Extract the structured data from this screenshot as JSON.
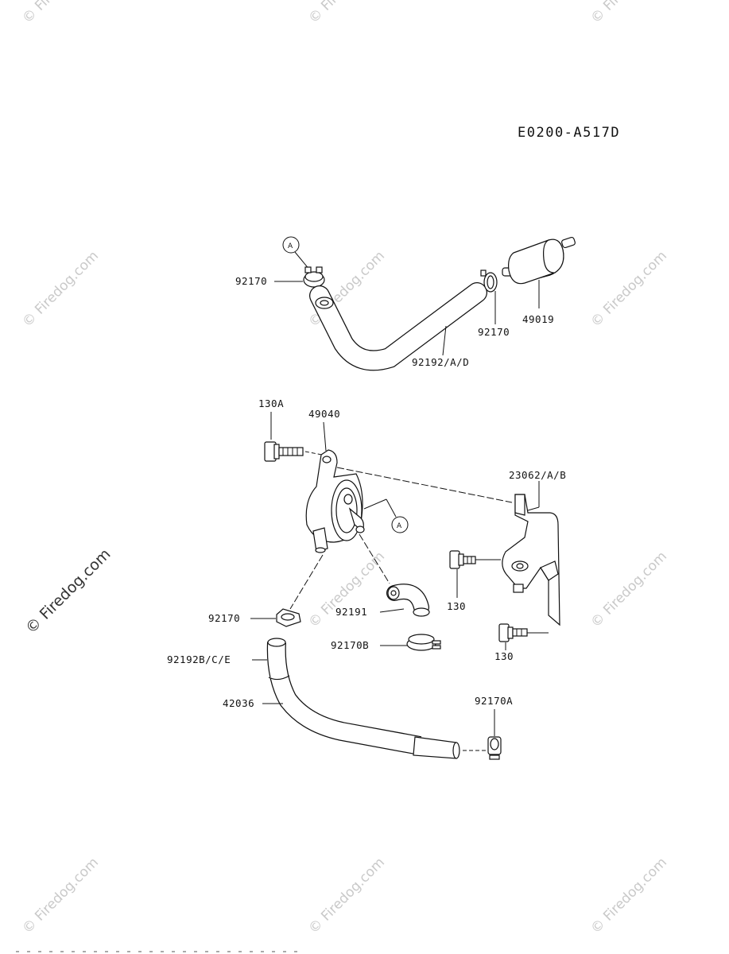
{
  "diagram_code": "E0200-A517D",
  "callouts": {
    "ref_a": "A"
  },
  "watermark": {
    "text": "© Firedog.com"
  },
  "parts": {
    "clamp_top_left": "92170",
    "clamp_top_right": "92170",
    "fuel_filter": "49019",
    "hose_top": "92192/A/D",
    "bolt_130a": "130A",
    "fuel_pump": "49040",
    "bracket": "23062/A/B",
    "bolt_130_upper": "130",
    "bolt_130_lower": "130",
    "clamp_mid": "92170",
    "hose_92191": "92191",
    "clamp_92170b": "92170B",
    "hose_92192bce": "92192B/C/E",
    "hose_42036": "42036",
    "clamp_92170a": "92170A"
  }
}
